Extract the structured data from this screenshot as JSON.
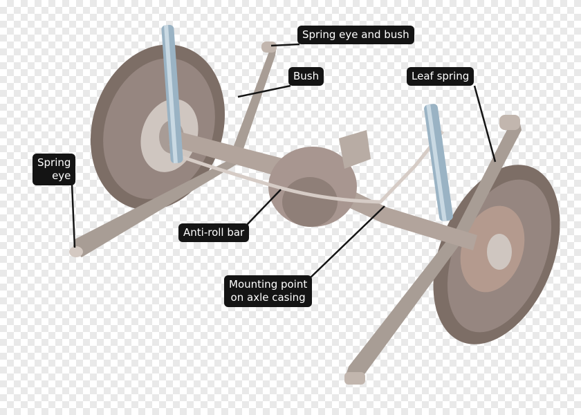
{
  "labels": {
    "spring_eye_bush": "Spring eye and bush",
    "bush": "Bush",
    "leaf_spring": "Leaf spring",
    "spring_eye_line1": "Spring",
    "spring_eye_line2": "eye",
    "anti_roll_bar": "Anti-roll bar",
    "mounting_line1": "Mounting point",
    "mounting_line2": "on axle casing"
  },
  "colors": {
    "label_bg": "#141414",
    "label_text": "#ffffff",
    "tyre": "#8a7a70",
    "metal": "#b8aca4",
    "shock": "#9ab3c4"
  }
}
